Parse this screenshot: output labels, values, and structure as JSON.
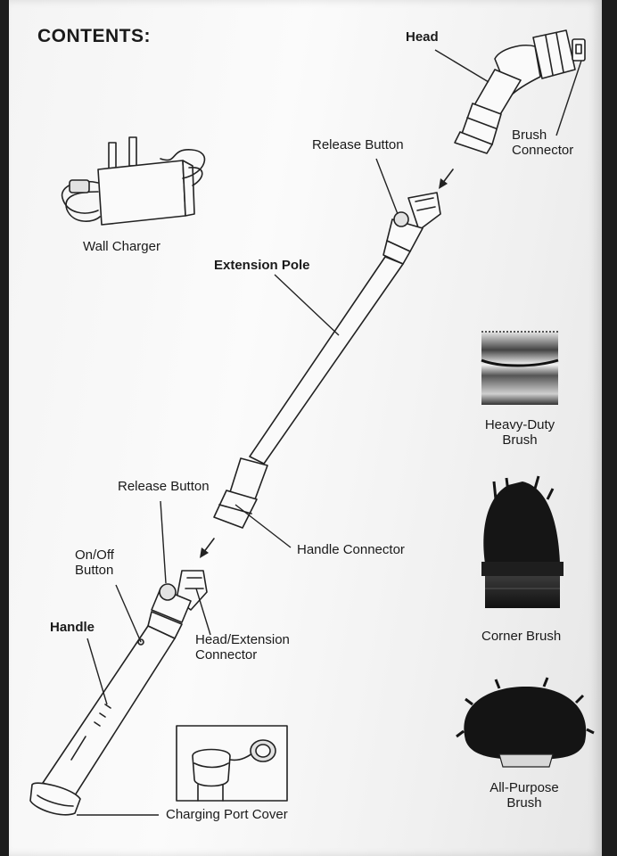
{
  "page": {
    "title": "CONTENTS:"
  },
  "parts": {
    "head": "Head",
    "brush_connector_line1": "Brush",
    "brush_connector_line2": "Connector",
    "release_button_top": "Release Button",
    "wall_charger": "Wall Charger",
    "extension_pole": "Extension Pole",
    "heavy_duty_line1": "Heavy-Duty",
    "heavy_duty_line2": "Brush",
    "release_button_bottom": "Release Button",
    "on_off_line1": "On/Off",
    "on_off_line2": "Button",
    "handle_connector": "Handle Connector",
    "corner_brush": "Corner Brush",
    "handle": "Handle",
    "head_ext_line1": "Head/Extension",
    "head_ext_line2": "Connector",
    "all_purpose_line1": "All-Purpose",
    "all_purpose_line2": "Brush",
    "charging_port_cover": "Charging Port Cover"
  },
  "colors": {
    "paper": "#f6f6f6",
    "ink": "#1a1a1a",
    "background": "#1d1d1d"
  },
  "icons": [
    "wall-charger-icon",
    "head-icon",
    "extension-pole-icon",
    "handle-icon",
    "heavy-duty-brush-icon",
    "corner-brush-icon",
    "all-purpose-brush-icon",
    "charging-port-cover-icon"
  ]
}
